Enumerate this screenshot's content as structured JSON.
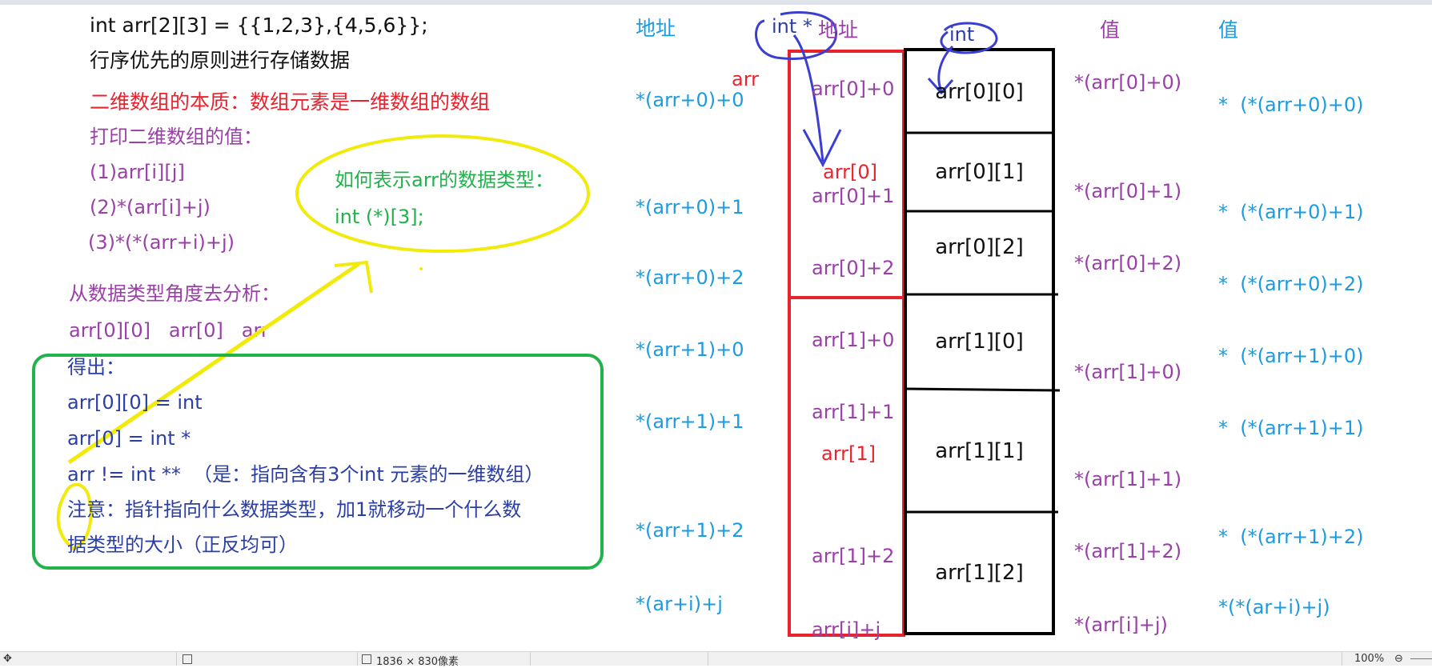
{
  "left_panel": {
    "code_line": "int arr[2][3] = {{1,2,3},{4,5,6}};",
    "row_major": "行序优先的原则进行存储数据",
    "essence": "二维数组的本质：数组元素是一维数组的数组",
    "print_title": "打印二维数组的值：",
    "print_method_1": "(1)arr[i][j]",
    "print_method_2": "(2)*(arr[i]+j)",
    "print_method_3": "(3)*(*(arr+i)+j)",
    "type_analysis_title": "从数据类型角度去分析：",
    "type_analysis_items": "arr[0][0]   arr[0]   arr"
  },
  "type_bubble": {
    "line1": "如何表示arr的数据类型：",
    "line2": "int (*)[3];"
  },
  "conclusion_box": {
    "title": "得出：",
    "line1": "arr[0][0] = int",
    "line2": "arr[0] = int *",
    "line3": "arr != int **  （是：指向含有3个int 元素的一维数组）",
    "line4": "注意：指针指向什么数据类型，加1就移动一个什么数",
    "line5": "据类型的大小（正反均可）"
  },
  "headers": {
    "address1": "地址",
    "address2": "地址",
    "value1": "值",
    "value2": "值",
    "int_ptr_note": "int *",
    "int_note": "int"
  },
  "labels": {
    "arr": "arr",
    "arr0": "arr[0]",
    "arr1": "arr[1]"
  },
  "address_col1": [
    "*(arr+0)+0",
    "*(arr+0)+1",
    "*(arr+0)+2",
    "*(arr+1)+0",
    "*(arr+1)+1",
    "*(arr+1)+2",
    "*(ar+i)+j"
  ],
  "address_col2": [
    "arr[0]+0",
    "arr[0]+1",
    "arr[0]+2",
    "arr[1]+0",
    "arr[1]+1",
    "arr[1]+2",
    "arr[i]+j"
  ],
  "memory_cells": [
    "arr[0][0]",
    "arr[0][1]",
    "arr[0][2]",
    "arr[1][0]",
    "arr[1][1]",
    "arr[1][2]"
  ],
  "value_col1": [
    "*(arr[0]+0)",
    "*(arr[0]+1)",
    "*(arr[0]+2)",
    "*(arr[1]+0)",
    "*(arr[1]+1)",
    "*(arr[1]+2)",
    "*(arr[i]+j)"
  ],
  "value_col2": [
    "*  (*(arr+0)+0)",
    "*  (*(arr+0)+1)",
    "*  (*(arr+0)+2)",
    "*  (*(arr+1)+0)",
    "*  (*(arr+1)+1)",
    "*  (*(arr+1)+2)",
    "*(*(ar+i)+j)"
  ],
  "status_bar": {
    "dimensions": "1836 × 830像素",
    "zoom": "100%"
  },
  "colors": {
    "red": "#e8232d",
    "purple": "#9a3fa8",
    "blue": "#1b9be0",
    "navy": "#2b3ea3",
    "green": "#22b24c",
    "yellow": "#f2ea0a",
    "pen_blue": "#3a3fd0"
  }
}
